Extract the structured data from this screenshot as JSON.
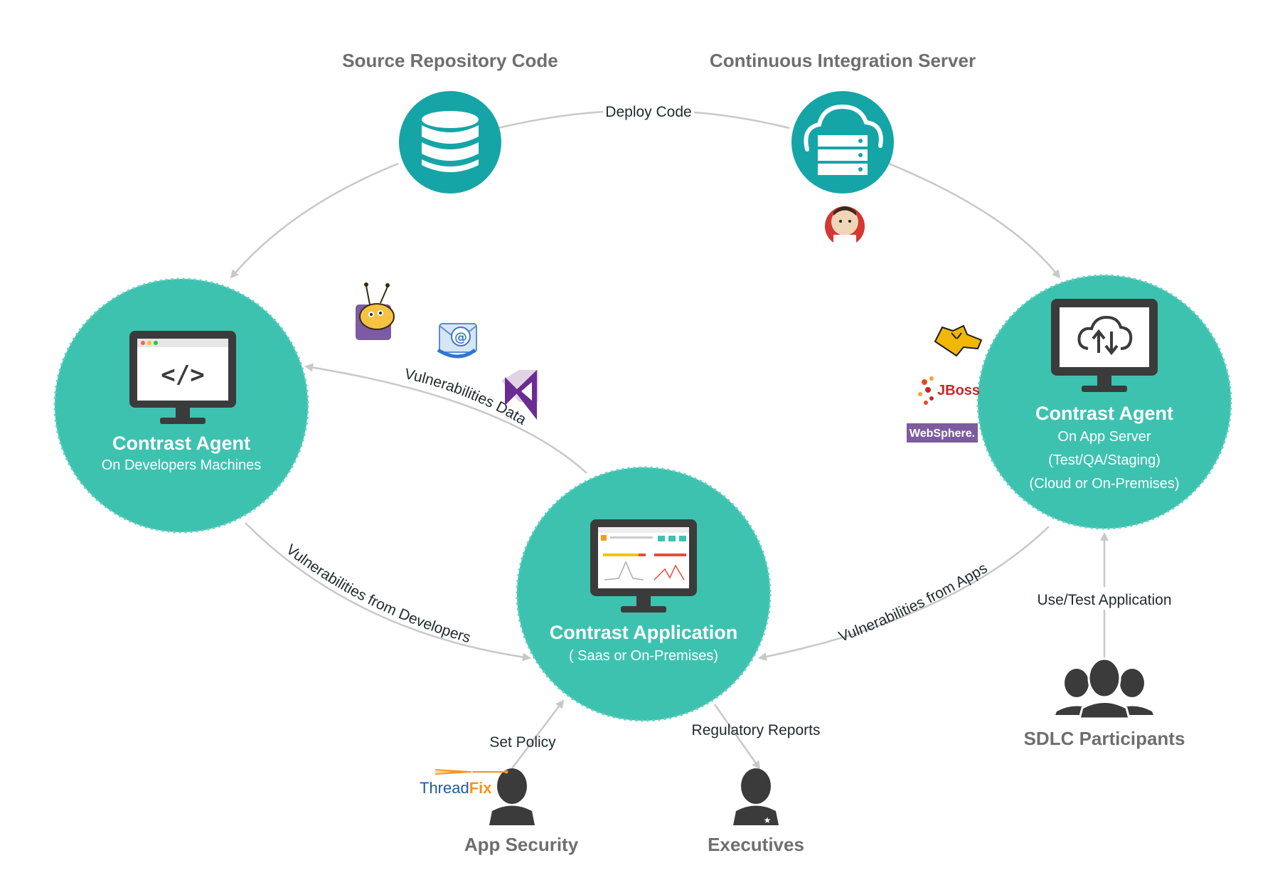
{
  "nodes": {
    "source_repo": {
      "title": "Source Repository Code"
    },
    "ci_server": {
      "title": "Continuous Integration Server"
    },
    "agent_dev": {
      "title": "Contrast Agent",
      "subtitle": "On Developers Machines"
    },
    "agent_server": {
      "title": "Contrast Agent",
      "lines": [
        "On App Server",
        "(Test/QA/Staging)",
        "(Cloud or On-Premises)"
      ]
    },
    "application": {
      "title": "Contrast Application",
      "subtitle": "( Saas or On-Premises)"
    },
    "app_security": {
      "title": "App Security"
    },
    "executives": {
      "title": "Executives"
    },
    "sdlc": {
      "title": "SDLC Participants"
    }
  },
  "edges": {
    "deploy_code": "Deploy Code",
    "vuln_data": "Vulnerabilities Data",
    "vuln_from_devs": "Vulnerabilities from Developers",
    "vuln_from_apps": "Vulnerabilities from Apps",
    "use_test": "Use/Test Application",
    "set_policy": "Set Policy",
    "regulatory": "Regulatory Reports"
  },
  "logos": {
    "jboss": "JBoss",
    "websphere": "WebSphere.",
    "threadfix": {
      "thread": "Thread",
      "fix": "Fix"
    }
  },
  "colors": {
    "teal_circle": "#3dc2b0",
    "dark_teal": "#15a5a7",
    "arrow": "#c8c8c8",
    "text": "#1f2a2e",
    "header": "#6e6e6e",
    "monitor": "#3b3b3b"
  }
}
